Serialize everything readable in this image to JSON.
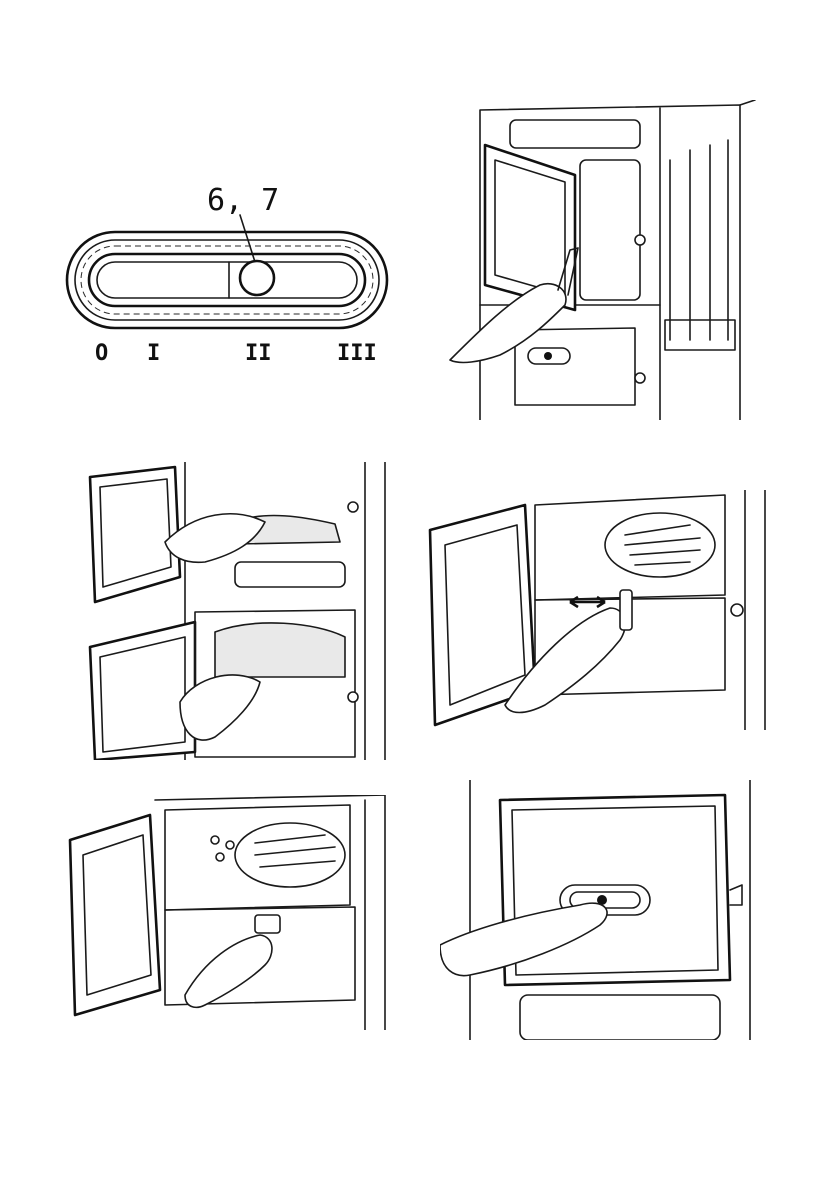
{
  "diagram": {
    "callout_label": "6, 7",
    "positions": [
      "O",
      "I",
      "II",
      "III"
    ]
  }
}
